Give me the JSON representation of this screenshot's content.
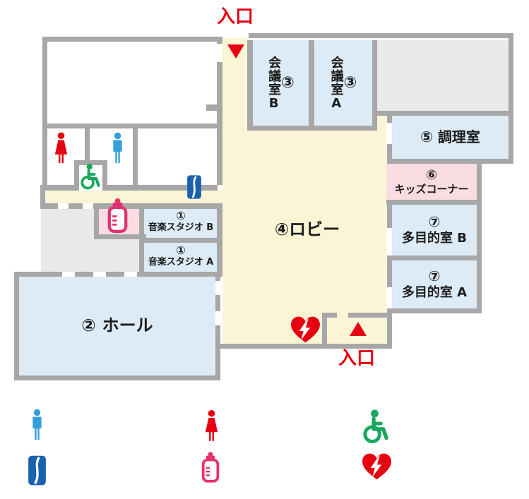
{
  "entrances": {
    "top": "入口",
    "bottom": "入口"
  },
  "rooms": {
    "music_studio_b": {
      "number": "①",
      "name": "音楽スタジオ B"
    },
    "music_studio_a": {
      "number": "①",
      "name": "音楽スタジオ A"
    },
    "hall": {
      "number": "②",
      "name": "ホール"
    },
    "meeting_b": {
      "number": "③",
      "name": "会議室",
      "letter": "B"
    },
    "meeting_a": {
      "number": "③",
      "name": "会議室",
      "letter": "A"
    },
    "lobby": {
      "number": "④",
      "name": "ロビー"
    },
    "cooking": {
      "number": "⑤",
      "name": "調理室"
    },
    "kids": {
      "number": "⑥",
      "name": "キッズコーナー"
    },
    "multi_b": {
      "number": "⑦",
      "name": "多目的室 B"
    },
    "multi_a": {
      "number": "⑦",
      "name": "多目的室 A"
    }
  },
  "facility_icons": [
    "female-toilet-icon",
    "male-toilet-icon",
    "wheelchair-accessible-icon",
    "vending-machine-icon",
    "nursing-room-icon",
    "aed-icon",
    "entrance-arrow-down-icon",
    "entrance-arrow-up-icon"
  ],
  "legend": {
    "items": [
      {
        "icon": "male-toilet-icon"
      },
      {
        "icon": "vending-machine-icon"
      },
      {
        "icon": "female-toilet-icon"
      },
      {
        "icon": "nursing-room-icon"
      },
      {
        "icon": "wheelchair-accessible-icon"
      },
      {
        "icon": "aed-icon"
      }
    ]
  },
  "colors": {
    "accent_red": "#e60012",
    "wall_gray": "#a7a7a8",
    "lobby_yellow": "#fbf5d6",
    "room_blue": "#dcebf6",
    "room_pink": "#fadde3",
    "room_gray": "#e9e9ea",
    "icon_blue": "#33a0db",
    "icon_dark_blue": "#1a61ae",
    "icon_green": "#18a85d",
    "icon_pink": "#e5316f"
  }
}
